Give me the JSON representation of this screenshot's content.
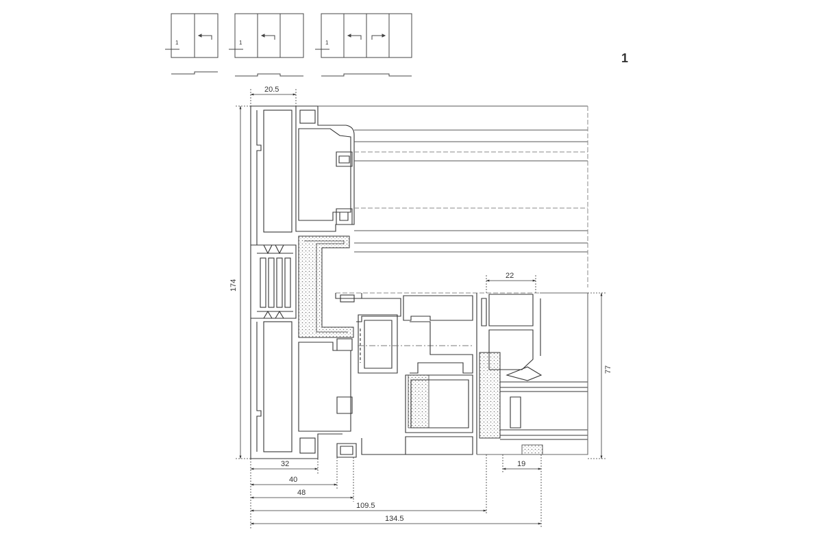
{
  "sheet": {
    "number": "1"
  },
  "schemes": [
    {
      "panels": 2,
      "labels": [
        "1"
      ]
    },
    {
      "panels": 3,
      "labels": [
        "1"
      ]
    },
    {
      "panels": 4,
      "labels": [
        "1"
      ]
    }
  ],
  "dimensions": {
    "top_width": "20.5",
    "left_height": "174",
    "glass_width": "22",
    "right_height": "77",
    "d32": "32",
    "d40": "40",
    "d48": "48",
    "d19": "19",
    "d109": "109.5",
    "d134": "134.5"
  },
  "colors": {
    "line": "#333333",
    "light": "#888888",
    "hatch": "#aaaaaa",
    "paper": "#ffffff"
  }
}
